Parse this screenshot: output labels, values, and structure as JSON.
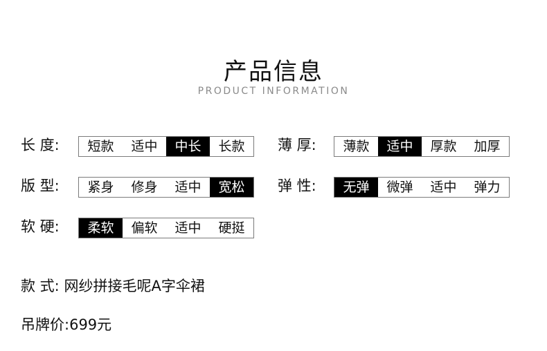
{
  "header": {
    "title": "产品信息",
    "subtitle": "PRODUCT INFORMATION"
  },
  "attributes": [
    {
      "label": "长 度:",
      "options": [
        "短款",
        "适中",
        "中长",
        "长款"
      ],
      "selected": 2
    },
    {
      "label": "薄 厚:",
      "options": [
        "薄款",
        "适中",
        "厚款",
        "加厚"
      ],
      "selected": 1
    },
    {
      "label": "版 型:",
      "options": [
        "紧身",
        "修身",
        "适中",
        "宽松"
      ],
      "selected": 3
    },
    {
      "label": "弹 性:",
      "options": [
        "无弹",
        "微弹",
        "适中",
        "弹力"
      ],
      "selected": 0
    },
    {
      "label": "软 硬:",
      "options": [
        "柔软",
        "偏软",
        "适中",
        "硬挺"
      ],
      "selected": 0
    }
  ],
  "style": {
    "label": "款 式:",
    "value": "网纱拼接毛呢A字伞裙"
  },
  "price": {
    "label": "吊牌价:",
    "value": "699元"
  }
}
